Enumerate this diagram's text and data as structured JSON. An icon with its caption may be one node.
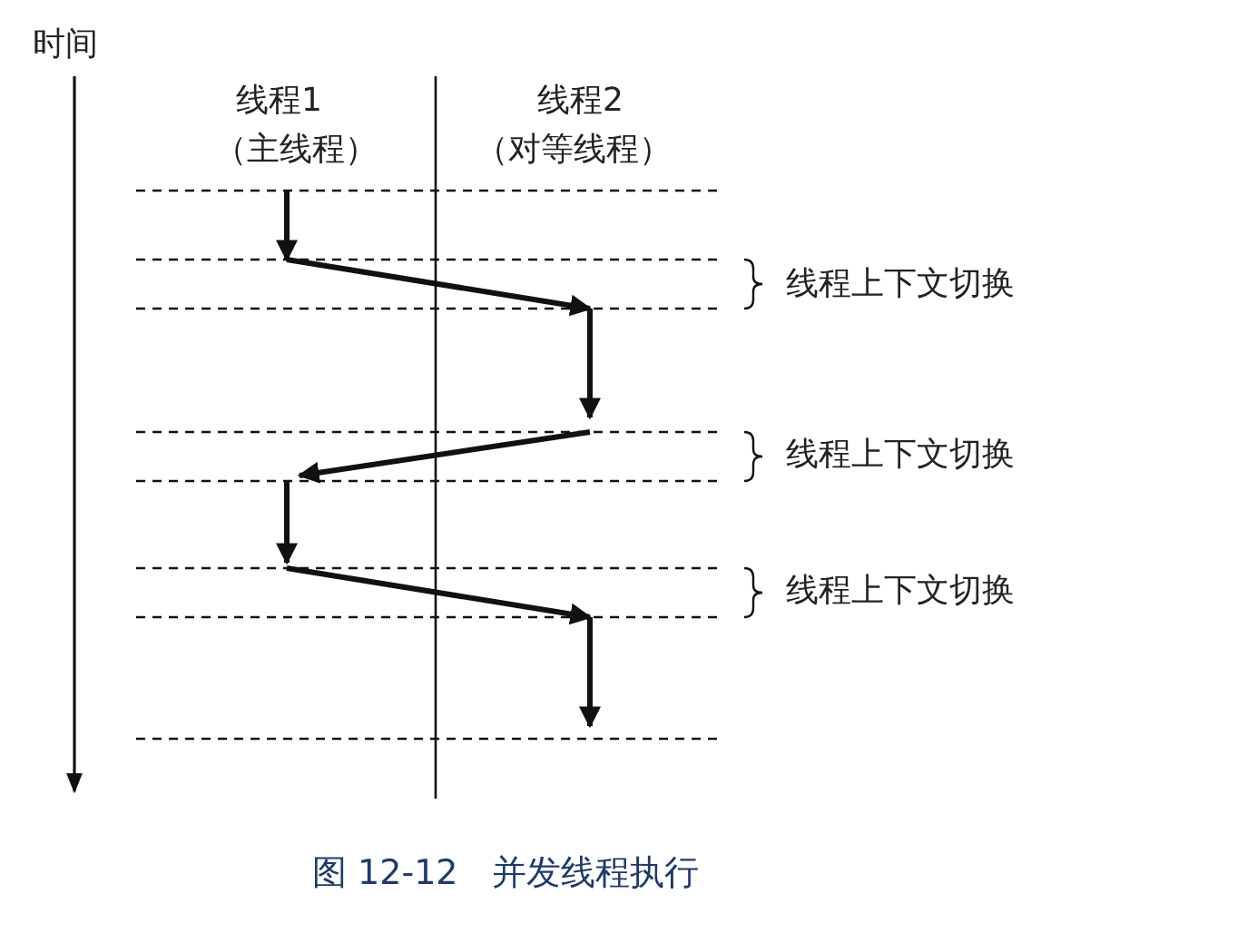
{
  "diagram": {
    "caption": "图 12-12　并发线程执行",
    "labels": [
      "时间",
      "线程1",
      "（主线程）",
      "线程2",
      "（对等线程）",
      "线程上下文切换",
      "线程上下文切换",
      "线程上下文切换"
    ]
  }
}
